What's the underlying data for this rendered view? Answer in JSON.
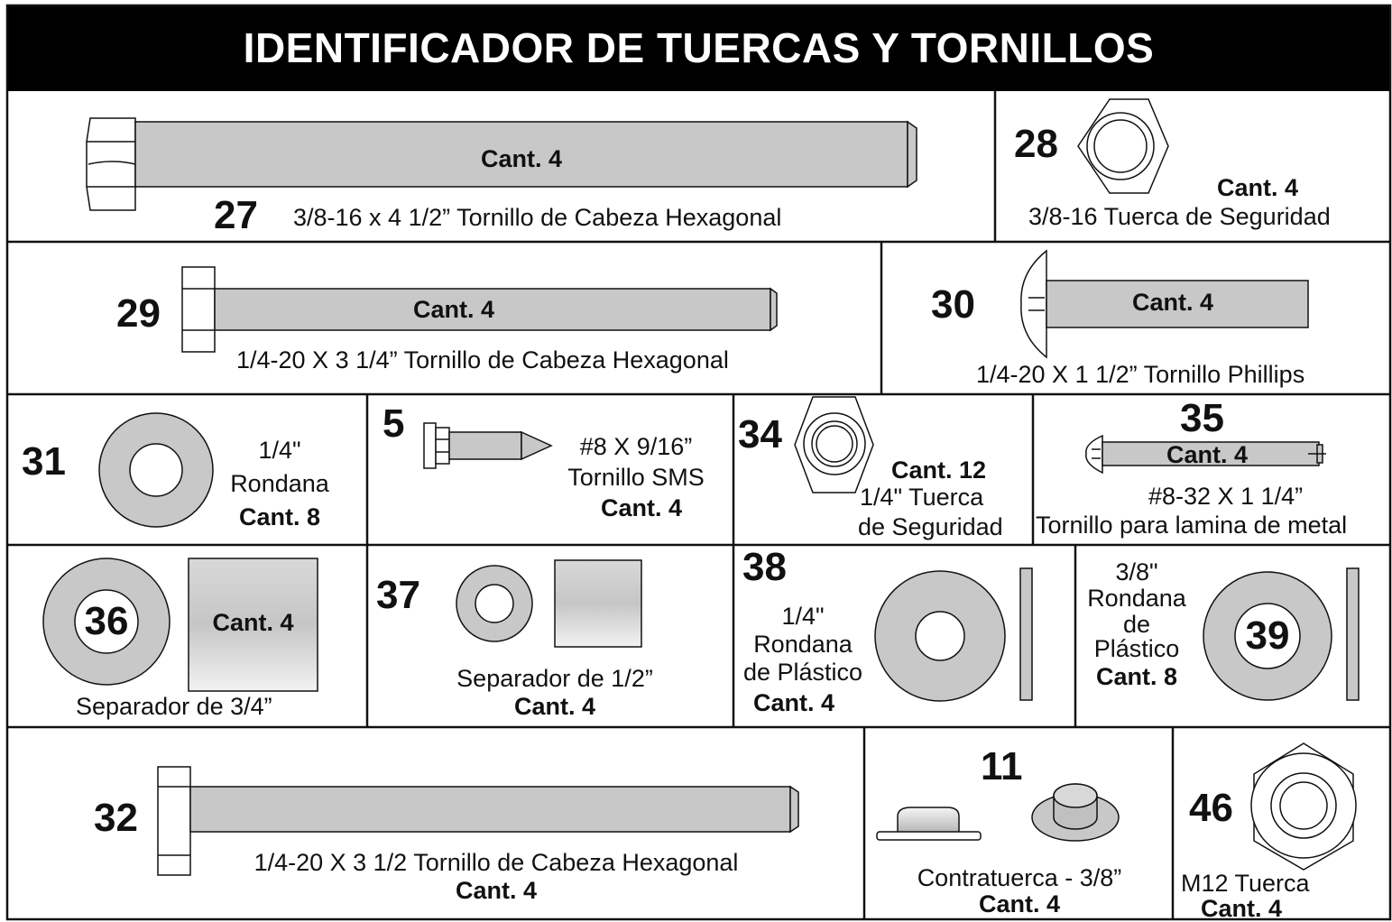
{
  "header": {
    "title": "IDENTIFICADOR DE TUERCAS Y TORNILLOS"
  },
  "colors": {
    "part_fill": "#c8c8c8",
    "outline": "#111111",
    "title_bg": "#000000"
  },
  "parts": {
    "p27": {
      "number": "27",
      "qty": "Cant. 4",
      "desc": "3/8-16 x 4 1/2” Tornillo de Cabeza Hexagonal"
    },
    "p28": {
      "number": "28",
      "qty": "Cant. 4",
      "desc": "3/8-16 Tuerca de Seguridad"
    },
    "p29": {
      "number": "29",
      "qty": "Cant. 4",
      "desc": "1/4-20 X 3 1/4” Tornillo de Cabeza Hexagonal"
    },
    "p30": {
      "number": "30",
      "qty": "Cant. 4",
      "desc": "1/4-20 X 1 1/2”  Tornillo Phillips"
    },
    "p31": {
      "number": "31",
      "size": "1/4\"",
      "name": "Rondana",
      "qty": "Cant. 8"
    },
    "p5": {
      "number": "5",
      "size": "#8 X 9/16”",
      "name": "Tornillo SMS",
      "qty": "Cant. 4"
    },
    "p34": {
      "number": "34",
      "qty": "Cant. 12",
      "desc_line1": "1/4\" Tuerca",
      "desc_line2": "de Seguridad"
    },
    "p35": {
      "number": "35",
      "qty": "Cant. 4",
      "size": "#8-32 X 1 1/4”",
      "name": "Tornillo para lamina de metal"
    },
    "p36": {
      "number": "36",
      "qty": "Cant. 4",
      "desc": "Separador de 3/4”"
    },
    "p37": {
      "number": "37",
      "desc": "Separador de 1/2”",
      "qty": "Cant. 4"
    },
    "p38": {
      "number": "38",
      "line1": "1/4\"",
      "line2": "Rondana",
      "line3": "de Plástico",
      "qty": "Cant. 4"
    },
    "p39": {
      "number": "39",
      "line1": "3/8\"",
      "line2": "Rondana",
      "line3": "de",
      "line4": "Plástico",
      "qty": "Cant. 8"
    },
    "p32": {
      "number": "32",
      "desc": "1/4-20 X 3 1/2 Tornillo de Cabeza Hexagonal",
      "qty": "Cant. 4"
    },
    "p11": {
      "number": "11",
      "desc": "Contratuerca - 3/8”",
      "qty": "Cant. 4"
    },
    "p46": {
      "number": "46",
      "desc": "M12 Tuerca",
      "qty": "Cant. 4"
    }
  }
}
